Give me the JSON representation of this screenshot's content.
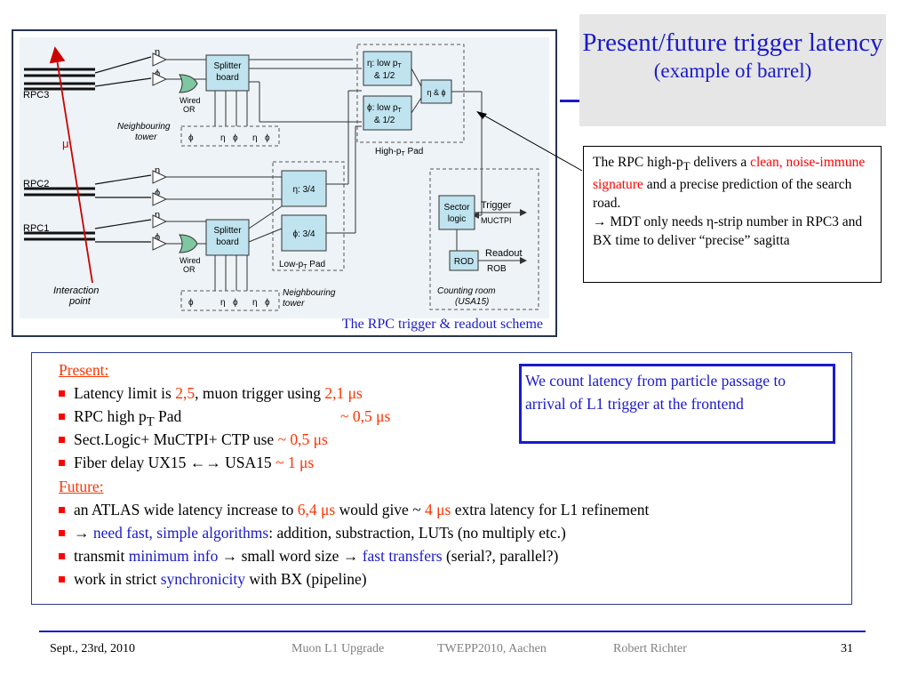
{
  "title": {
    "main": "Present/future trigger latency",
    "sub": "(example of barrel)"
  },
  "diagram": {
    "caption": "The RPC trigger & readout scheme",
    "labels": {
      "rpc3": "RPC3",
      "rpc2": "RPC2",
      "rpc1": "RPC1",
      "eta": "η",
      "phi": "ϕ",
      "mu": "μ",
      "splitter": "Splitter",
      "board": "board",
      "wired": "Wired",
      "or": "OR",
      "neighbouring": "Neighbouring",
      "tower": "tower",
      "eta_low": "η: low p",
      "phi_low": "ϕ: low p",
      "half": "& 1/2",
      "t_sub": "T",
      "eta_phi": "η & ϕ",
      "high_pt_pad": "High-p",
      "pad": " Pad",
      "eta_34": "η: 3/4",
      "phi_34": "ϕ: 3/4",
      "low_pt_pad": "Low-p",
      "sector": "Sector",
      "logic": "logic",
      "trigger": "Trigger",
      "muctpi": "MUCTPI",
      "rod": "ROD",
      "readout": "Readout",
      "rob": "ROB",
      "counting_room": "Counting room",
      "usa15": "(USA15)",
      "interaction": "Interaction",
      "point": "point"
    }
  },
  "callout": {
    "p1": "The RPC high-p",
    "p1_sub": "T",
    "p2": " delivers a ",
    "p3": "clean, noise-immune signature",
    "p4": " and a precise prediction of the search road.",
    "arrow": "→",
    "p5": " MDT only needs η-strip number  in RPC3 and BX time to deliver “precise” sagitta"
  },
  "present": {
    "heading": "Present:",
    "l1a": "Latency limit is ",
    "l1b": "2,5",
    "l1c": ", muon trigger using ",
    "l1d": "2,1 μs",
    "l2a": "RPC high p",
    "l2sub": "T",
    "l2b": " Pad",
    "l2c": "~ 0,5 μs",
    "l3a": "Sect.Logic+ MuCTPI+ CTP use ",
    "l3b": "~ 0,5 μs",
    "l4a": "Fiber delay UX15 ",
    "l4b": "←→",
    "l4c": " USA15  ",
    "l4d": "~ 1 μs"
  },
  "future": {
    "heading": "Future:",
    "l1a": "an ATLAS wide latency increase to ",
    "l1b": "6,4 μs",
    "l1c": " would give ~ ",
    "l1d": "4 μs",
    "l1e": " extra latency for L1 refinement",
    "l2a": "→",
    "l2b": " need fast, simple algorithms",
    "l2c": ": addition, substraction, LUTs (no multiply etc.)",
    "l3a": "transmit ",
    "l3b": "minimum info",
    "l3c": " → small word size → ",
    "l3d": "fast transfers",
    "l3e": " (serial?, parallel?)",
    "l4a": "work in strict ",
    "l4b": "synchronicity",
    "l4c": " with BX (pipeline)"
  },
  "note": "We count latency from particle passage to arrival of L1 trigger at the frontend",
  "footer": {
    "date": "Sept., 23rd, 2010",
    "talk": "Muon L1 Upgrade",
    "conf": "TWEPP2010, Aachen",
    "author": "Robert Richter",
    "page": "31"
  },
  "colors": {
    "accent": "#1a1acc",
    "highlight": "#ff3300",
    "bullet": "#ff0000"
  }
}
